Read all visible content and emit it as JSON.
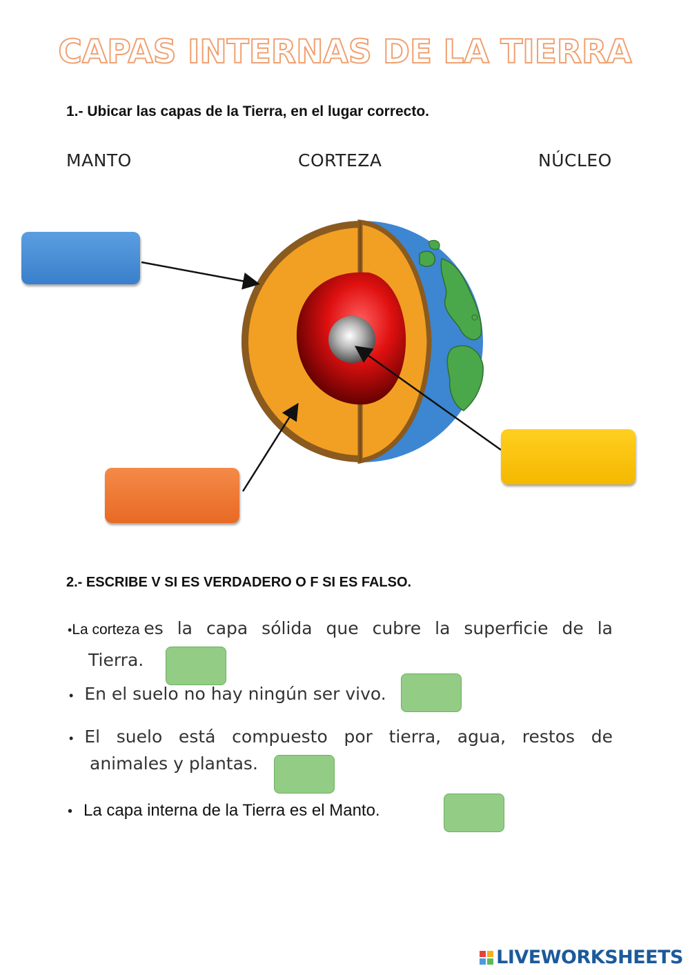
{
  "title": "CAPAS INTERNAS DE LA TIERRA",
  "q1": {
    "heading": "1.- Ubicar las capas de la Tierra, en el lugar correcto.",
    "words": [
      "MANTO",
      "CORTEZA",
      "NÚCLEO"
    ]
  },
  "q2": {
    "heading": "2.- ESCRIBE V SI ES VERDADERO O F SI ES FALSO.",
    "s1_prefix": "La corteza",
    "s1_line1": "es la capa sólida que cubre la superficie de la",
    "s1_line2": "Tierra.",
    "s2": "En el suelo no hay ningún ser vivo.",
    "s3_line1": "El suelo está compuesto por tierra, agua, restos de",
    "s3_line2": "animales y plantas.",
    "s4": "La capa interna de la Tierra es el Manto."
  },
  "colors": {
    "title_outline": "#f0a070",
    "drop_blue": "#3a7fcc",
    "drop_orange": "#e86a24",
    "drop_yellow": "#f4b800",
    "answer_green": "#92cc85"
  },
  "brand": "LIVEWORKSHEETS"
}
